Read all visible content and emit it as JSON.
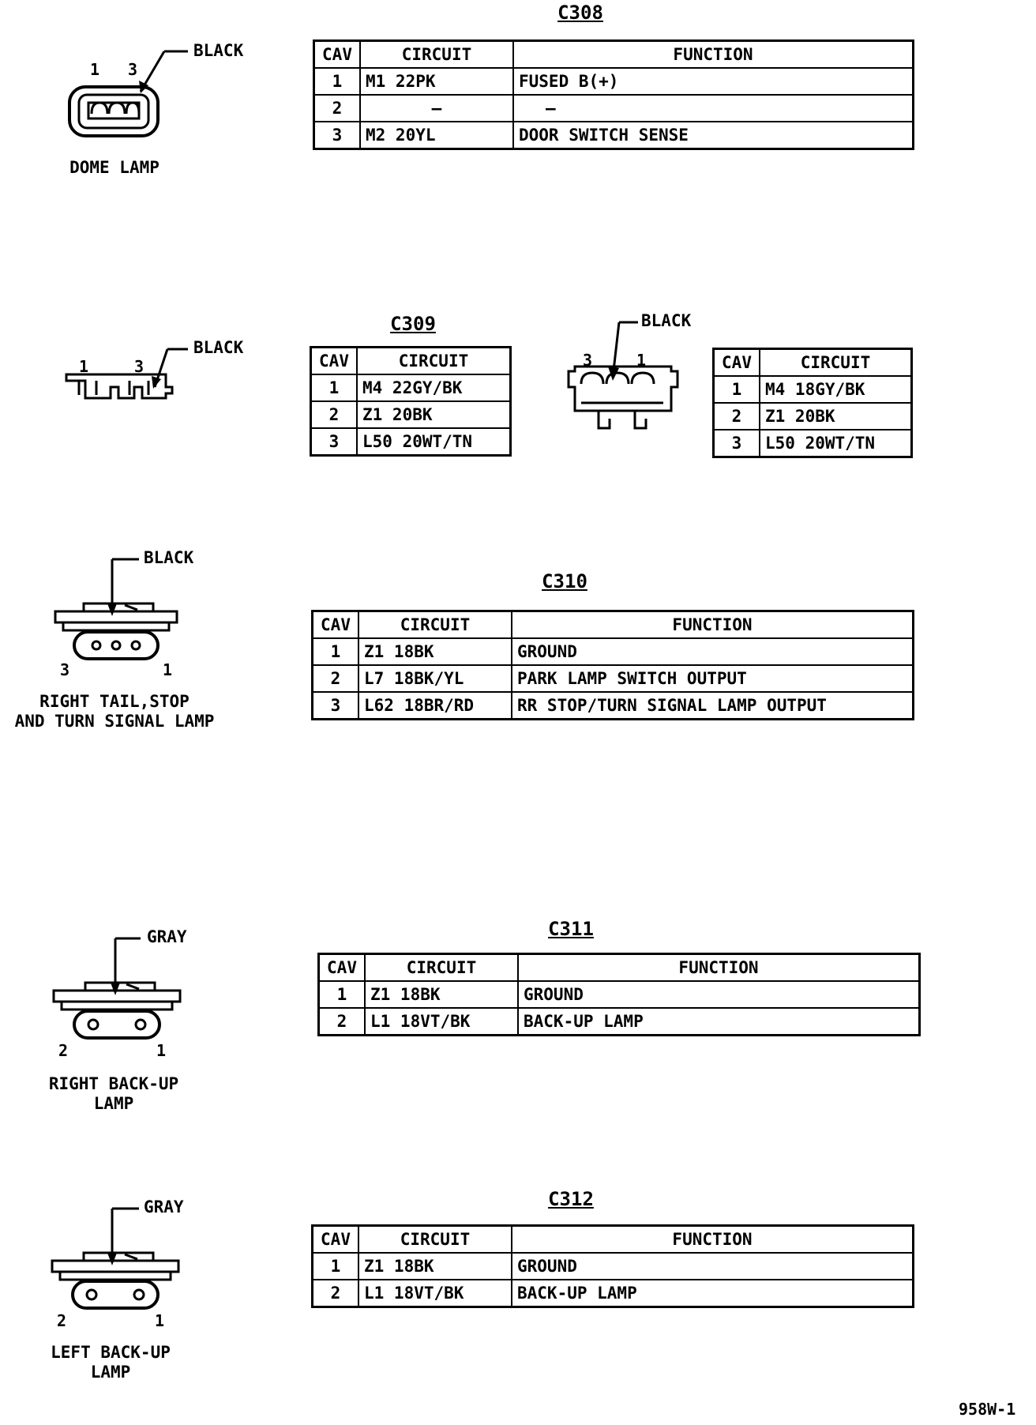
{
  "connectors": {
    "c308": {
      "title": "C308",
      "color": "BLACK",
      "pins": [
        "1",
        "3"
      ],
      "part": "DOME LAMP",
      "headers": [
        "CAV",
        "CIRCUIT",
        "FUNCTION"
      ],
      "rows": [
        [
          "1",
          "M1 22PK",
          "FUSED B(+)"
        ],
        [
          "2",
          "—",
          "—"
        ],
        [
          "3",
          "M2 20YL",
          "DOOR SWITCH SENSE"
        ]
      ]
    },
    "c309": {
      "title": "C309",
      "left": {
        "color": "BLACK",
        "pins": [
          "1",
          "3"
        ],
        "headers": [
          "CAV",
          "CIRCUIT"
        ],
        "rows": [
          [
            "1",
            "M4 22GY/BK"
          ],
          [
            "2",
            "Z1 20BK"
          ],
          [
            "3",
            "L50 20WT/TN"
          ]
        ]
      },
      "right": {
        "color": "BLACK",
        "pins": [
          "3",
          "1"
        ],
        "headers": [
          "CAV",
          "CIRCUIT"
        ],
        "rows": [
          [
            "1",
            "M4 18GY/BK"
          ],
          [
            "2",
            "Z1 20BK"
          ],
          [
            "3",
            "L50 20WT/TN"
          ]
        ]
      }
    },
    "c310": {
      "title": "C310",
      "color": "BLACK",
      "pins": [
        "3",
        "1"
      ],
      "part_line1": "RIGHT TAIL,STOP",
      "part_line2": "AND TURN SIGNAL LAMP",
      "headers": [
        "CAV",
        "CIRCUIT",
        "FUNCTION"
      ],
      "rows": [
        [
          "1",
          "Z1 18BK",
          "GROUND"
        ],
        [
          "2",
          "L7 18BK/YL",
          "PARK LAMP SWITCH OUTPUT"
        ],
        [
          "3",
          "L62 18BR/RD",
          "RR STOP/TURN SIGNAL LAMP OUTPUT"
        ]
      ]
    },
    "c311": {
      "title": "C311",
      "color": "GRAY",
      "pins": [
        "2",
        "1"
      ],
      "part_line1": "RIGHT BACK-UP",
      "part_line2": "LAMP",
      "headers": [
        "CAV",
        "CIRCUIT",
        "FUNCTION"
      ],
      "rows": [
        [
          "1",
          "Z1 18BK",
          "GROUND"
        ],
        [
          "2",
          "L1 18VT/BK",
          "BACK-UP LAMP"
        ]
      ]
    },
    "c312": {
      "title": "C312",
      "color": "GRAY",
      "pins": [
        "2",
        "1"
      ],
      "part_line1": "LEFT BACK-UP",
      "part_line2": "LAMP",
      "headers": [
        "CAV",
        "CIRCUIT",
        "FUNCTION"
      ],
      "rows": [
        [
          "1",
          "Z1 18BK",
          "GROUND"
        ],
        [
          "2",
          "L1 18VT/BK",
          "BACK-UP LAMP"
        ]
      ]
    }
  },
  "figure_id": "958W-1"
}
